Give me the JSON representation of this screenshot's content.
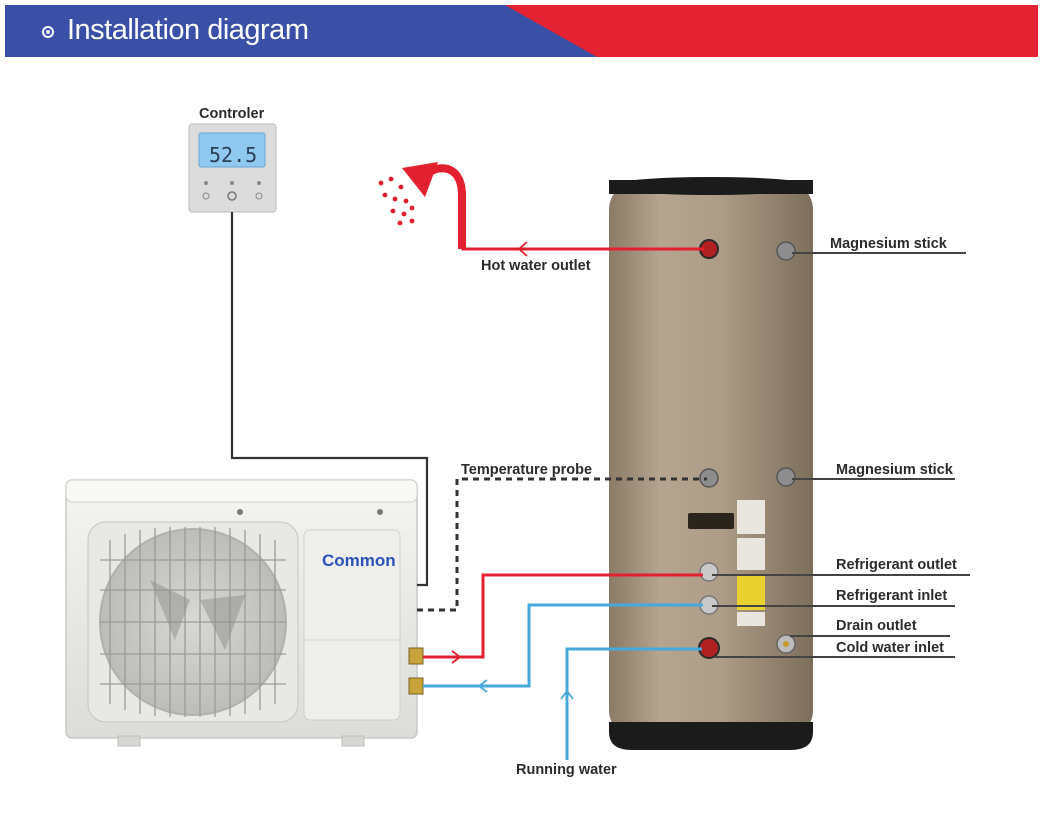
{
  "header": {
    "title": "Installation diagram"
  },
  "controller": {
    "label": "Controler",
    "display_value": "52.5"
  },
  "outdoor_unit": {
    "brand": "Common"
  },
  "labels": {
    "hot_water_outlet": "Hot water outlet",
    "magnesium_stick_top": "Magnesium stick",
    "temperature_probe": "Temperature probe",
    "magnesium_stick_mid": "Magnesium stick",
    "refrigerant_outlet": "Refrigerant outlet",
    "refrigerant_inlet": "Refrigerant inlet",
    "drain_outlet": "Drain outlet",
    "cold_water_inlet": "Cold water inlet",
    "running_water": "Running water"
  },
  "colors": {
    "hot": "#e32030",
    "cold": "#45a9dc",
    "cable": "#333333",
    "header_blue": "#3a4fa6",
    "header_red": "#e32232",
    "tank": "#a89680"
  }
}
